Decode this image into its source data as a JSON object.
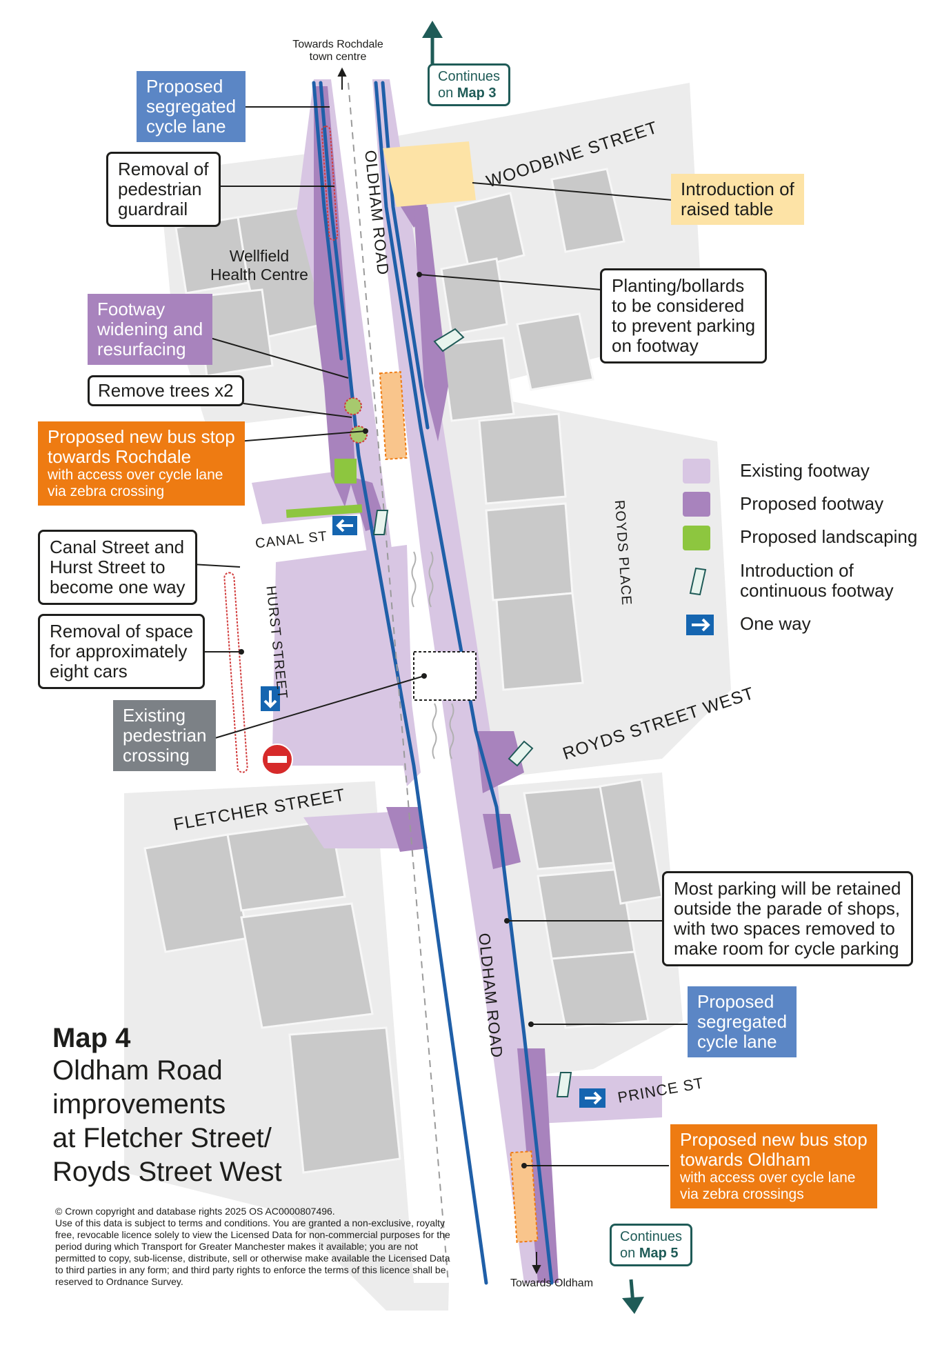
{
  "title": {
    "heading": "Map 4",
    "lines": [
      "Oldham Road",
      "improvements",
      "at Fletcher Street/",
      "Royds Street West"
    ]
  },
  "copyright": {
    "line1": "© Crown copyright and database rights 2025 OS AC0000807496.",
    "body": "Use of this data is subject to terms and conditions. You are granted a non-exclusive, royalty free, revocable licence solely to view the Licensed Data for non-commercial purposes for the period during which Transport for Greater Manchester makes it available; you are not permitted to copy, sub-license, distribute, sell or otherwise make available the Licensed Data to third parties in any form; and third party rights to enforce the terms of this licence shall be reserved to Ordnance Survey."
  },
  "streets": {
    "oldham_road_north": "OLDHAM ROAD",
    "oldham_road_south": "OLDHAM ROAD",
    "woodbine_street": "WOODBINE STREET",
    "canal_st": "CANAL ST",
    "hurst_street": "HURST STREET",
    "royds_place": "ROYDS PLACE",
    "royds_street_west": "ROYDS STREET WEST",
    "fletcher_street": "FLETCHER STREET",
    "prince_st": "PRINCE ST"
  },
  "places": {
    "health_centre_line1": "Wellfield",
    "health_centre_line2": "Health Centre"
  },
  "directions": {
    "towards_rochdale_line1": "Towards Rochdale",
    "towards_rochdale_line2": "town centre",
    "towards_oldham": "Towards Oldham",
    "continues_map3_line1": "Continues",
    "continues_map3_prefix": "on ",
    "continues_map3_map": "Map 3",
    "continues_map5_line1": "Continues",
    "continues_map5_prefix": "on ",
    "continues_map5_map": "Map 5"
  },
  "callouts": {
    "cycle_lane_north": [
      "Proposed",
      "segregated",
      "cycle lane"
    ],
    "guardrail": [
      "Removal of",
      "pedestrian",
      "guardrail"
    ],
    "raised_table": [
      "Introduction of",
      "raised table"
    ],
    "planting": [
      "Planting/bollards",
      "to be considered",
      "to prevent parking",
      "on footway"
    ],
    "footway_widening": [
      "Footway",
      "widening and",
      "resurfacing"
    ],
    "remove_trees": "Remove trees x2",
    "bus_stop_rochdale": [
      "Proposed new bus stop",
      "towards Rochdale"
    ],
    "bus_stop_rochdale_sub": [
      "with access over cycle lane",
      "via zebra crossing"
    ],
    "one_way_streets": [
      "Canal Street and",
      "Hurst Street to",
      "become one way"
    ],
    "parking_removal": [
      "Removal of space",
      "for approximately",
      "eight cars"
    ],
    "ped_crossing": [
      "Existing",
      "pedestrian",
      "crossing"
    ],
    "parking_retained": [
      "Most parking will be retained",
      "outside the parade of shops,",
      "with two spaces removed to",
      "make room for cycle parking"
    ],
    "cycle_lane_south": [
      "Proposed",
      "segregated",
      "cycle lane"
    ],
    "bus_stop_oldham": [
      "Proposed new bus stop",
      "towards Oldham"
    ],
    "bus_stop_oldham_sub": [
      "with access over cycle lane",
      "via zebra crossings"
    ]
  },
  "legend": {
    "existing_footway": "Existing footway",
    "proposed_footway": "Proposed footway",
    "proposed_landscaping": "Proposed landscaping",
    "continuous_footway_line1": "Introduction of",
    "continuous_footway_line2": "continuous footway",
    "one_way": "One way"
  },
  "colors": {
    "existing_footway": "#d8c6e3",
    "proposed_footway": "#a883bd",
    "proposed_landscaping": "#8dc63f",
    "cycle_lane": "#1f5fa8",
    "one_way_arrow": "#1565b0",
    "orange": "#ee7b12",
    "raised_table": "#fde3a6",
    "buildings": "#c8c8c8",
    "background_grey": "#e9e9e9"
  },
  "icons": [
    "continuous-footway-icon",
    "one-way-arrow-icon",
    "no-entry-icon",
    "tree-icon",
    "north-arrow-icon"
  ]
}
